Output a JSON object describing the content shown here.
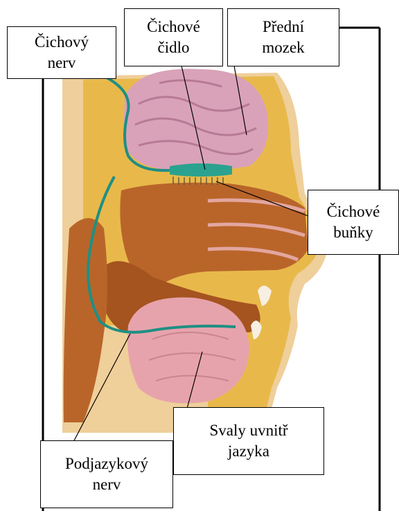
{
  "colors": {
    "background": "#ffffff",
    "frame": "#000000",
    "nerve": "#1f8f84",
    "tissue_yellow": "#e8b94a",
    "brain_pink": "#d9a2b8",
    "cavity_brown": "#b9652a",
    "tongue_pink": "#e7a3ab",
    "skin": "#efcf9a"
  },
  "labels": {
    "olfactory_nerve": [
      "Čichový",
      "nerv"
    ],
    "olfactory_sensor": [
      "Čichové",
      "čidlo"
    ],
    "forebrain": [
      "Přední",
      "mozek"
    ],
    "olfactory_cells": [
      "Čichové",
      "buňky"
    ],
    "tongue_muscles": [
      "Svaly uvnitř",
      "jazyka"
    ],
    "hypoglossal_nerve": [
      "Podjazykový",
      "nerv"
    ]
  }
}
